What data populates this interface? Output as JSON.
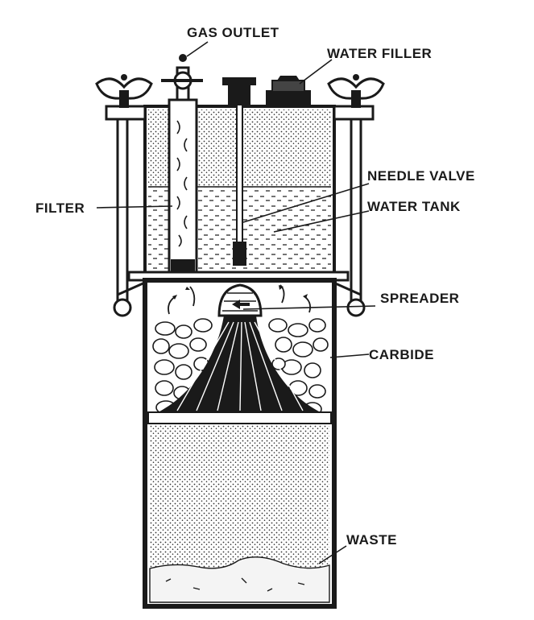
{
  "labels": {
    "gas_outlet": "GAS OUTLET",
    "water_filler": "WATER FILLER",
    "filter": "FILTER",
    "needle_valve": "NEEDLE VALVE",
    "water_tank": "WATER TANK",
    "spreader": "SPREADER",
    "carbide": "CARBIDE",
    "waste": "WASTE"
  },
  "colors": {
    "ink": "#1a1a1a",
    "paper": "#ffffff"
  }
}
